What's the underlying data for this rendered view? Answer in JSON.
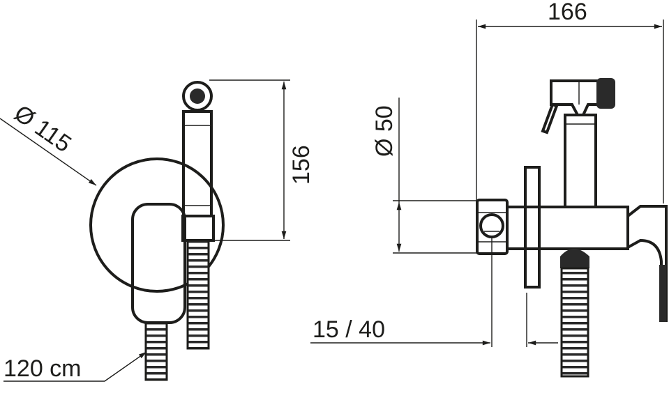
{
  "title": "Bidet shower mixer dimensional drawing",
  "dimensions": {
    "plate_diameter": "Ø 115",
    "height": "156",
    "depth": "166",
    "body_diameter": "Ø 50",
    "wall_adjust": "15 / 40",
    "hose_length": "120 cm"
  },
  "colors": {
    "line": "#1d1d1b"
  }
}
